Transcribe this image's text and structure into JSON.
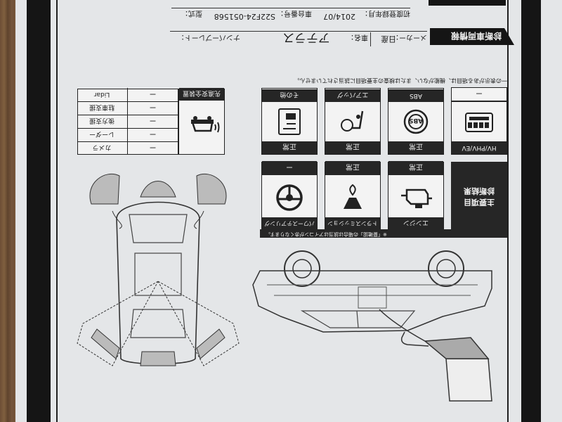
{
  "header": {
    "section_title": "診断車両情報",
    "maker_label": "メーカー：",
    "maker_value": "日産",
    "car_name_label": "車名：",
    "car_name_value": "アテラス",
    "chassis_label": "車台番号：",
    "chassis_value": "S22F24-051568",
    "first_reg_label": "初度登録年月：",
    "first_reg_value": "2014/07",
    "number_plate_label": "ナンバープレート：",
    "model_label": "型式："
  },
  "results": {
    "note_top": "一の表示がある項目は、機能がない、または検査の主要項目に該当されていません。",
    "title": "主要項目診断結果",
    "items": [
      {
        "name": "HV/PHV/EV",
        "status": "ー",
        "icon": "battery-icon"
      },
      {
        "name": "ABS",
        "status": "正常",
        "icon": "abs-icon"
      },
      {
        "name": "エアバッグ",
        "status": "正常",
        "icon": "airbag-icon"
      },
      {
        "name": "その他",
        "status": "正常",
        "icon": "document-icon"
      },
      {
        "name": "エンジン",
        "status": "正常",
        "icon": "engine-icon"
      },
      {
        "name": "トランスミッション",
        "status": "正常",
        "icon": "transmission-icon"
      },
      {
        "name": "パワーステアリング",
        "status": "ー",
        "icon": "steering-wheel-icon"
      }
    ],
    "note_bottom": "※「要確認」の場合は該当はアイコンが赤くなります。"
  },
  "adas": {
    "title": "先進安全装置",
    "rows": [
      {
        "name": "カメラ",
        "value": "ー"
      },
      {
        "name": "レーダー",
        "value": "ー"
      },
      {
        "name": "後方支援",
        "value": "ー"
      },
      {
        "name": "駐車支援",
        "value": "ー"
      },
      {
        "name": "Lidar",
        "value": "ー"
      }
    ]
  }
}
